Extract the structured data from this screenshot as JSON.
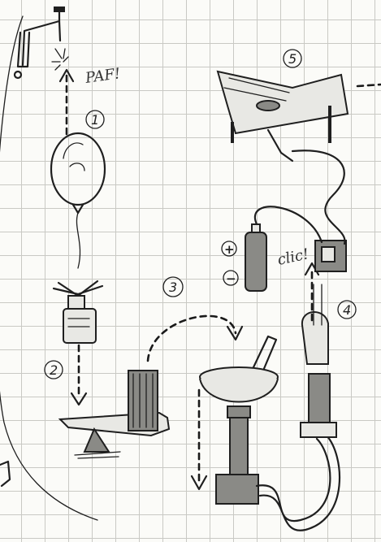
{
  "steps": [
    "1",
    "2",
    "3",
    "4",
    "5"
  ],
  "sounds": {
    "paf": "PAF!",
    "clic": "clic!"
  },
  "battery": {
    "plus": "+",
    "minus": "−"
  }
}
